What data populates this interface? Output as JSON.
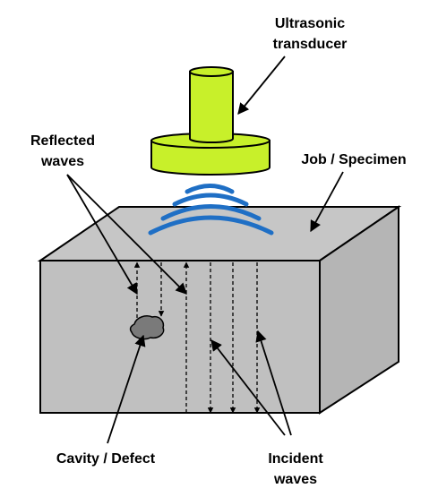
{
  "labels": {
    "transducer_line1": "Ultrasonic",
    "transducer_line2": "transducer",
    "reflected_line1": "Reflected",
    "reflected_line2": "waves",
    "specimen": "Job / Specimen",
    "cavity": "Cavity / Defect",
    "incident_line1": "Incident",
    "incident_line2": "waves"
  },
  "colors": {
    "transducer": "#c8f02a",
    "waves": "#1f6fc5",
    "block_top": "#c6c6c6",
    "block_front": "#c0c0c0",
    "block_side": "#b5b5b5",
    "defect": "#7a7a7a",
    "outline": "#000000"
  }
}
